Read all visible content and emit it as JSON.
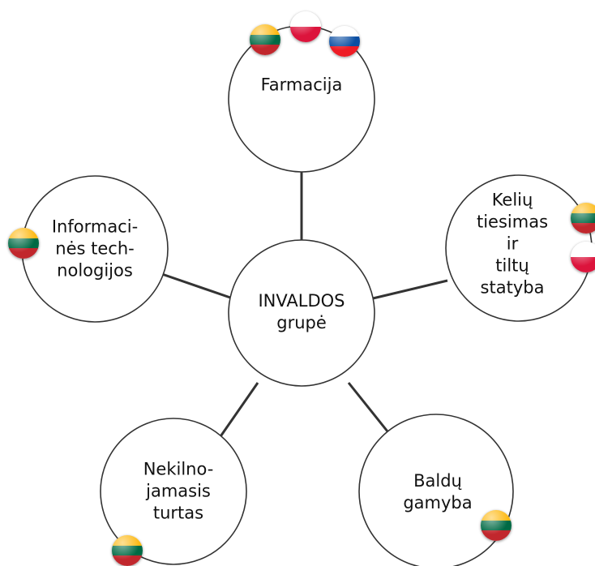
{
  "nodes": {
    "center": {
      "label": "INVALDOS\ngrupė"
    },
    "pharmacy": {
      "label": "Farmacija",
      "flags": [
        "lithuania",
        "poland",
        "slovakia"
      ]
    },
    "roads": {
      "label": "Kelių\ntiesimas ir\ntiltų\nstatyba",
      "flags": [
        "lithuania",
        "poland"
      ]
    },
    "furniture": {
      "label": "Baldų\ngamyba",
      "flags": [
        "lithuania"
      ]
    },
    "real_estate": {
      "label": "Nekilno-\njamasis\nturtas",
      "flags": [
        "lithuania"
      ]
    },
    "it": {
      "label": "Informaci-\nnės tech-\nnologijos",
      "flags": [
        "lithuania"
      ]
    }
  },
  "flag_colors": {
    "lithuania": [
      "#FDB913",
      "#006A44",
      "#C1272D"
    ],
    "poland": [
      "#FFFFFF",
      "#DC143C"
    ],
    "slovakia": [
      "#FFFFFF",
      "#0B4EA2",
      "#EE1C25"
    ]
  },
  "colors": {
    "line": "#333333",
    "circle_fill": "#FFFFFF"
  }
}
